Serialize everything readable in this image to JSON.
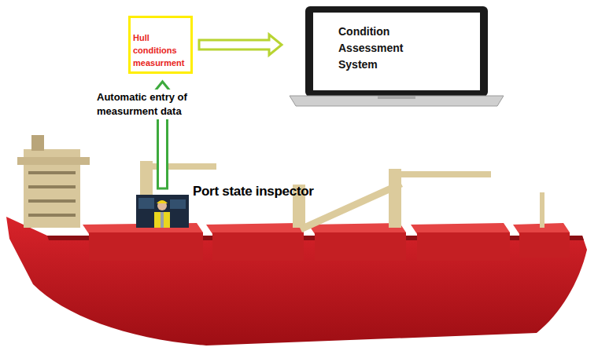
{
  "diagram": {
    "nodes": [
      {
        "text": [
          "Hull conditions measurment"
        ]
      },
      {
        "text": [
          "Condition Assessment System"
        ]
      },
      {
        "text": [
          "Port state inspector"
        ]
      }
    ],
    "edges": [
      {
        "from": 0,
        "to": 1,
        "arrow": "to"
      },
      {
        "from": 2,
        "to": 0,
        "arrow": "to",
        "label": "Automatic entry of measurment data"
      }
    ]
  }
}
